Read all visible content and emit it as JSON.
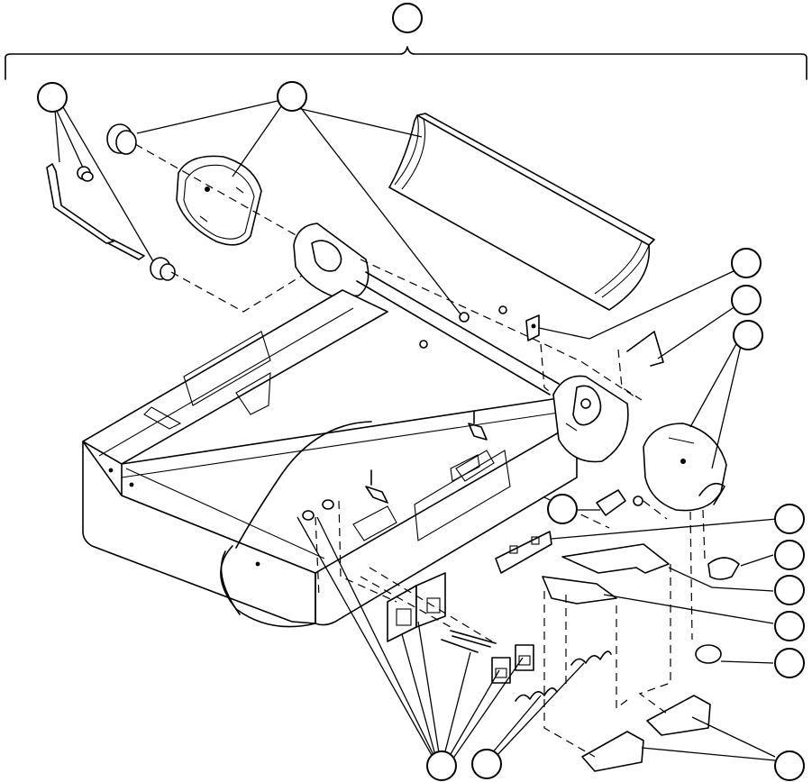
{
  "figure": {
    "background": "#ffffff",
    "line_color": "#000000",
    "callout_labels": [],
    "callouts": [
      "assembly-callout",
      "pin-retainer-callout",
      "trunnion-parts-callout",
      "spring-clip-callout",
      "lever-rod-callout",
      "right-trunnion-callout",
      "pivot-pin-callout",
      "latch-bracket-callout",
      "roller-cap-callout",
      "plate-a-callout",
      "plate-b-callout",
      "button-cap-callout",
      "bolt-callout",
      "spring-callout",
      "pad-callout"
    ]
  }
}
